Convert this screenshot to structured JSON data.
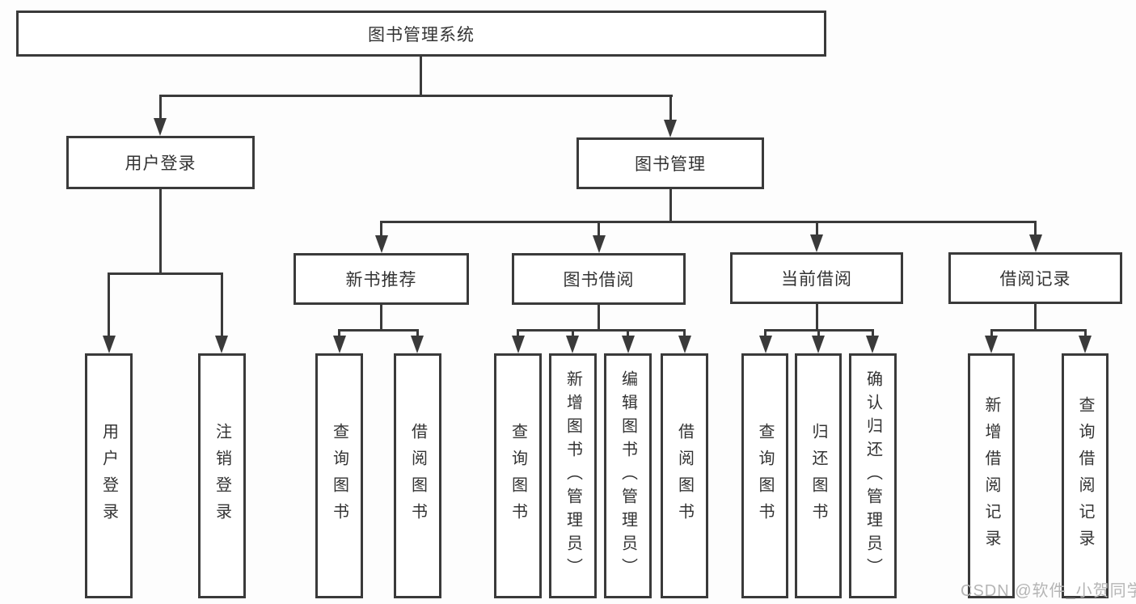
{
  "diagram_type": "hierarchy-flowchart",
  "colors": {
    "line": "#3a3a3a",
    "text": "#333333",
    "box_fill": "#ffffff",
    "background": "#fdfdfd",
    "watermark": "#b5b5b5"
  },
  "icons": {
    "arrowhead_down": "filled triangle (css border shape)"
  },
  "tree": {
    "label": "图书管理系统",
    "children": [
      {
        "label": "用户登录",
        "children": [
          {
            "label": "用户登录"
          },
          {
            "label": "注销登录"
          }
        ]
      },
      {
        "label": "图书管理",
        "children": [
          {
            "label": "新书推荐",
            "children": [
              {
                "label": "查询图书"
              },
              {
                "label": "借阅图书"
              }
            ]
          },
          {
            "label": "图书借阅",
            "children": [
              {
                "label": "查询图书"
              },
              {
                "label": "新增图书（管理员）"
              },
              {
                "label": "编辑图书（管理员）"
              },
              {
                "label": "借阅图书"
              }
            ]
          },
          {
            "label": "当前借阅",
            "children": [
              {
                "label": "查询图书"
              },
              {
                "label": "归还图书"
              },
              {
                "label": "确认归还（管理员）"
              }
            ]
          },
          {
            "label": "借阅记录",
            "children": [
              {
                "label": "新增借阅记录"
              },
              {
                "label": "查询借阅记录"
              }
            ]
          }
        ]
      }
    ]
  },
  "watermark": {
    "text": "CSDN @软件_小贺同学"
  }
}
